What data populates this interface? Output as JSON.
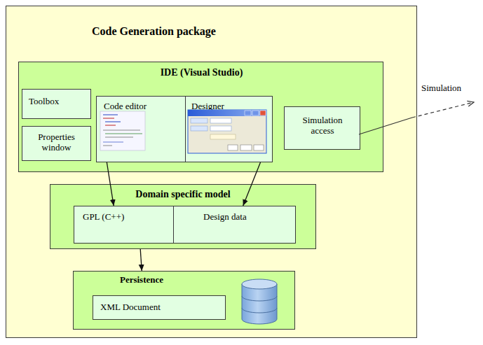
{
  "diagram": {
    "nodes": [
      {
        "text": [
          "Code Generation package"
        ]
      },
      {
        "text": [
          "IDE (Visual Studio)"
        ],
        "in": 0
      },
      {
        "text": [
          "Toolbox"
        ],
        "in": 1
      },
      {
        "text": [
          "Properties window"
        ],
        "in": 1
      },
      {
        "text": [
          "Code editor"
        ],
        "in": 1
      },
      {
        "text": [
          "Designer"
        ],
        "in": 1
      },
      {
        "text": [
          "Simulation access"
        ],
        "in": 1
      },
      {
        "text": [
          "Domain specific model"
        ],
        "in": 0
      },
      {
        "text": [
          "GPL (C++)"
        ],
        "in": 7
      },
      {
        "text": [
          "Design data"
        ],
        "in": 7
      },
      {
        "text": [
          "Persistence"
        ],
        "in": 0
      },
      {
        "text": [
          "XML Document"
        ],
        "in": 10
      }
    ],
    "edges": [
      {
        "from": 4,
        "to": 8,
        "arrow": "to"
      },
      {
        "from": 5,
        "to": 9,
        "arrow": "to"
      },
      {
        "from": 7,
        "to": 10,
        "arrow": "to"
      }
    ],
    "labels": [
      "Simulation"
    ]
  }
}
